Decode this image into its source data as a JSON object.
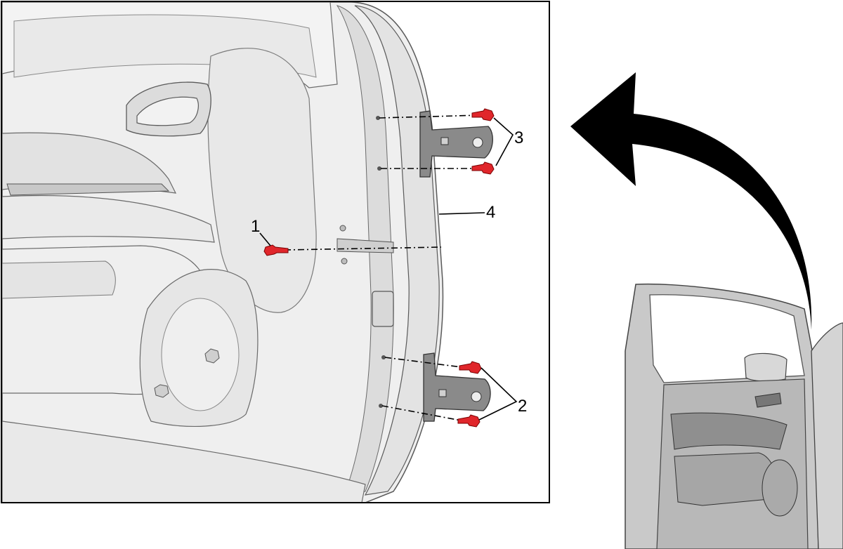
{
  "callouts": [
    {
      "id": "1",
      "label": "1"
    },
    {
      "id": "2",
      "label": "2"
    },
    {
      "id": "3",
      "label": "3"
    },
    {
      "id": "4",
      "label": "4"
    }
  ],
  "colors": {
    "panel_fill": "#eeeeee",
    "panel_light": "#f7f7f7",
    "panel_shadow": "#cfcfcf",
    "outline": "#4a4a4a",
    "bolt_red": "#e0262b",
    "hinge_gray": "#6a6a6a",
    "arrow_black": "#000000",
    "door_silver": "#c9c9c9"
  },
  "icons": {
    "detail_frame": "detail-frame",
    "direction_arrow": "curved-arrow-icon",
    "bolt": "bolt-icon",
    "hinge": "hinge-icon"
  }
}
